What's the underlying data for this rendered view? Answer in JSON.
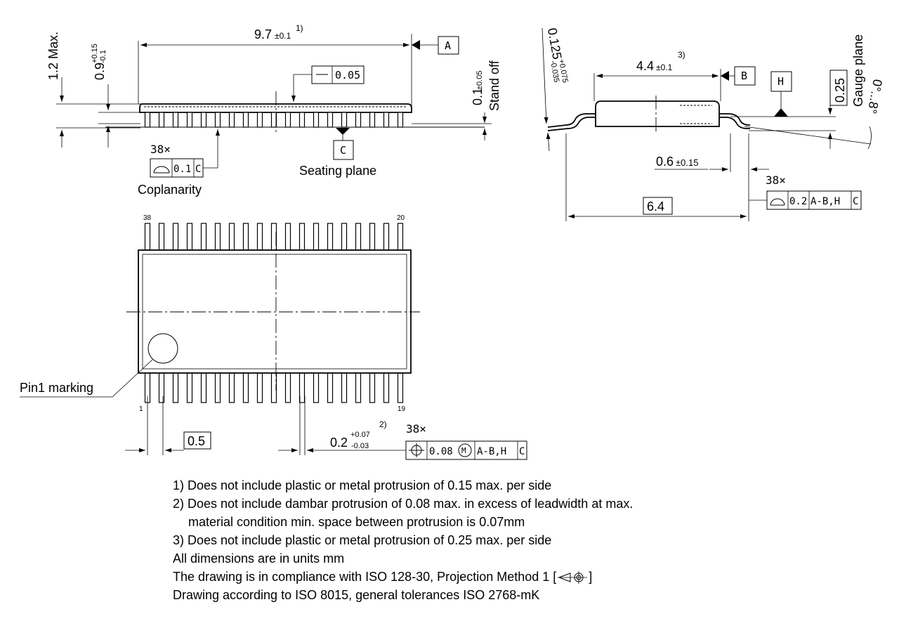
{
  "side_view": {
    "height_max": "1.2 Max.",
    "body_thickness": "0.9",
    "body_thickness_tol_upper": "+0.15",
    "body_thickness_tol_lower": "-0.1",
    "length": "9.7",
    "length_tol": "±0.1",
    "length_note": "1)",
    "datum_a": "A",
    "flatness_value": "0.05",
    "standoff_value": "0.1",
    "standoff_tol": "±0.05",
    "standoff_label": "Stand off",
    "datum_c": "C",
    "seating_plane_label": "Seating plane",
    "pin_count": "38×",
    "coplanarity_value": "0.1",
    "coplanarity_datum": "C",
    "coplanarity_label": "Coplanarity"
  },
  "end_view": {
    "lead_thickness": "0.125",
    "lead_thickness_tol_upper": "+0.075",
    "lead_thickness_tol_lower": "-0.035",
    "width": "4.4",
    "width_tol": "±0.1",
    "width_note": "3)",
    "datum_b": "B",
    "datum_h": "H",
    "gauge_value": "0.25",
    "gauge_label": "Gauge plane",
    "angle": "0°...8°",
    "foot_length": "0.6",
    "foot_length_tol": "±0.15",
    "pin_count": "38×",
    "profile_value": "0.2",
    "profile_datum": "A-B,H",
    "profile_datum2": "C",
    "overall_width": "6.4"
  },
  "top_view": {
    "pin_38": "38",
    "pin_20": "20",
    "pin_1": "1",
    "pin_19": "19",
    "pin1_label": "Pin1 marking",
    "pitch": "0.5",
    "lead_width": "0.2",
    "lead_width_tol_upper": "+0.07",
    "lead_width_tol_lower": "-0.03",
    "lead_width_note": "2)",
    "pin_count": "38×",
    "position_value": "0.08",
    "position_modifier": "M",
    "position_datum": "A-B,H",
    "position_datum2": "C",
    "lead_count_per_side": 19
  },
  "notes": [
    "1) Does not include plastic or metal protrusion of 0.15 max. per side",
    "2) Does not include dambar protrusion of 0.08 max. in excess of leadwidth at max.",
    "material condition min. space between protrusion is 0.07mm",
    "3) Does not include plastic or metal protrusion of 0.25 max. per side",
    "All dimensions are in units mm",
    "The drawing is in compliance with ISO 128-30, Projection Method 1 [",
    "]",
    "Drawing according to ISO 8015, general tolerances ISO 2768-mK"
  ]
}
